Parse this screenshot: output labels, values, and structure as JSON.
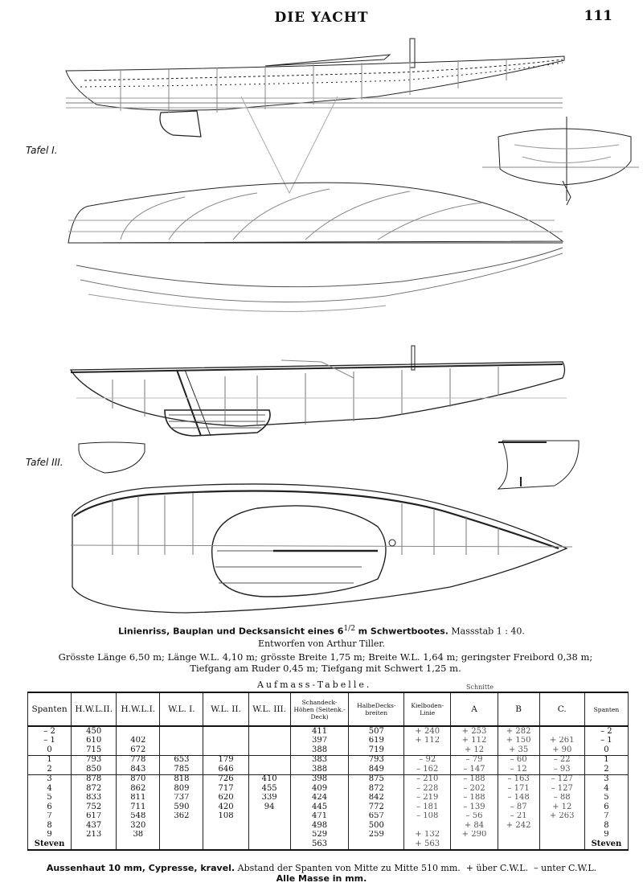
{
  "header": {
    "title": "DIE YACHT",
    "page_number": "111"
  },
  "plates": {
    "plate1_label": "Tafel I.",
    "plate3_label": "Tafel III."
  },
  "caption": {
    "main_bold": "Linienriss, Bauplan und Decksansicht eines 6",
    "fraction": "1/2",
    "main_bold_2": "m Schwertbootes.",
    "scale": "Massstab 1 : 40.",
    "designer": "Entworfen von Arthur Tiller.",
    "dimensions_line1": "Grösste Länge 6,50 m; Länge W.L. 4,10 m; grösste Breite 1,75 m; Breite W.L. 1,64 m; geringster Freibord 0,38 m;",
    "dimensions_line2": "Tiefgang am Ruder 0,45 m; Tiefgang mit Schwert 1,25 m."
  },
  "table": {
    "title": "Aufmass-Tabelle.",
    "group_label": "Schnitte",
    "headers": [
      "Spanten",
      "H.W.L.II.",
      "H.W.L.I.",
      "W.L. I.",
      "W.L. II.",
      "W.L. III.",
      "Schandeck-Höhen (Seitenk.-Deck)",
      "HalbeDecks-breiten",
      "Kielboden-Linie",
      "A",
      "B",
      "C.",
      "Spanten"
    ],
    "rows": [
      [
        "– 2",
        "450",
        "",
        "",
        "",
        "",
        "411",
        "507",
        "+ 240",
        "+ 253",
        "+ 282",
        "",
        "– 2"
      ],
      [
        "– 1",
        "610",
        "402",
        "",
        "",
        "",
        "397",
        "619",
        "+ 112",
        "+ 112",
        "+ 150",
        "+ 261",
        "– 1"
      ],
      [
        "0",
        "715",
        "672",
        "",
        "",
        "",
        "388",
        "719",
        "",
        "+ 12",
        "+ 35",
        "+ 90",
        "0"
      ],
      [
        "1",
        "793",
        "778",
        "653",
        "179",
        "",
        "383",
        "793",
        "– 92",
        "– 79",
        "– 60",
        "– 22",
        "1"
      ],
      [
        "2",
        "850",
        "843",
        "785",
        "646",
        "",
        "388",
        "849",
        "– 162",
        "– 147",
        "– 12",
        "– 93",
        "2"
      ],
      [
        "3",
        "878",
        "870",
        "818",
        "726",
        "410",
        "398",
        "875",
        "– 210",
        "– 188",
        "– 163",
        "– 127",
        "3"
      ],
      [
        "4",
        "872",
        "862",
        "809",
        "717",
        "455",
        "409",
        "872",
        "– 228",
        "– 202",
        "– 171",
        "– 127",
        "4"
      ],
      [
        "5",
        "833",
        "811",
        "737",
        "620",
        "339",
        "424",
        "842",
        "– 219",
        "– 188",
        "– 148",
        "– 88",
        "5"
      ],
      [
        "6",
        "752",
        "711",
        "590",
        "420",
        "94",
        "445",
        "772",
        "– 181",
        "– 139",
        "– 87",
        "+ 12",
        "6"
      ],
      [
        "7",
        "617",
        "548",
        "362",
        "108",
        "",
        "471",
        "657",
        "– 108",
        "– 56",
        "– 21",
        "+ 263",
        "7"
      ],
      [
        "8",
        "437",
        "320",
        "",
        "",
        "",
        "498",
        "500",
        "",
        "+ 84",
        "+ 242",
        "",
        "8"
      ],
      [
        "9",
        "213",
        "38",
        "",
        "",
        "",
        "529",
        "259",
        "+ 132",
        "+ 290",
        "",
        "",
        "9"
      ],
      [
        "Steven",
        "",
        "",
        "",
        "",
        "",
        "563",
        "",
        "+ 563",
        "",
        "",
        "",
        "Steven"
      ]
    ]
  },
  "footnote": {
    "line1": "Aussenhaut 10 mm, Cypresse, kravel.",
    "line1_b": "Abstand der Spanten von Mitte zu Mitte 510 mm.",
    "line1_c": "+ über C.W.L.",
    "line1_d": "– unter C.W.L.",
    "line2": "Alle Masse in mm."
  }
}
